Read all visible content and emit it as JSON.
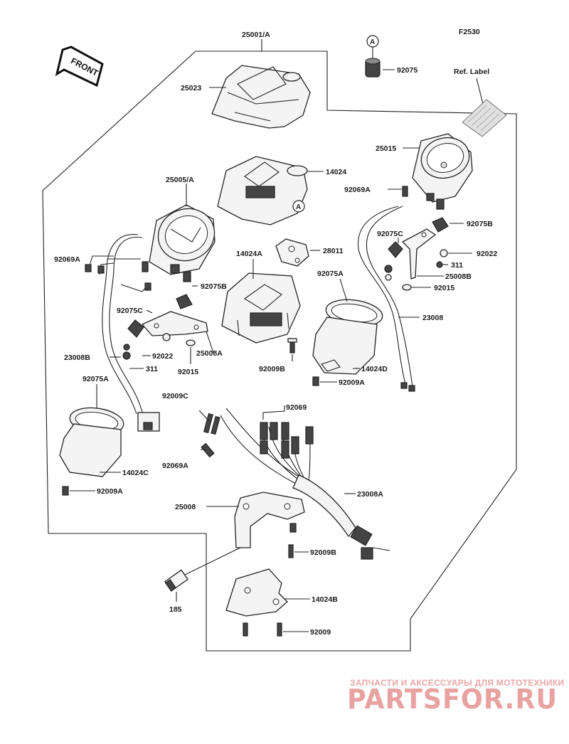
{
  "figure_code": "F2530",
  "front_label": "FRONT",
  "ref_label": "Ref. Label",
  "callout_letter": "A",
  "parts": [
    {
      "key": "p25001A",
      "text": "25001/A"
    },
    {
      "key": "p25023",
      "text": "25023"
    },
    {
      "key": "p92075",
      "text": "92075"
    },
    {
      "key": "p25015",
      "text": "25015"
    },
    {
      "key": "p14024",
      "text": "14024"
    },
    {
      "key": "p25005A",
      "text": "25005/A"
    },
    {
      "key": "p92069A_r",
      "text": "92069A"
    },
    {
      "key": "p92075B_r",
      "text": "92075B"
    },
    {
      "key": "p92075C_r",
      "text": "92075C"
    },
    {
      "key": "p92022_r",
      "text": "92022"
    },
    {
      "key": "p311_r",
      "text": "311"
    },
    {
      "key": "p25008B",
      "text": "25008B"
    },
    {
      "key": "p92015_r",
      "text": "92015"
    },
    {
      "key": "p28011",
      "text": "28011"
    },
    {
      "key": "p14024A",
      "text": "14024A"
    },
    {
      "key": "p92069A_l",
      "text": "92069A"
    },
    {
      "key": "p92075A_r",
      "text": "92075A"
    },
    {
      "key": "p23008",
      "text": "23008"
    },
    {
      "key": "p92075B_l",
      "text": "92075B"
    },
    {
      "key": "p92075C_l",
      "text": "92075C"
    },
    {
      "key": "p23008B",
      "text": "23008B"
    },
    {
      "key": "p92022_l",
      "text": "92022"
    },
    {
      "key": "p25008A",
      "text": "25008A"
    },
    {
      "key": "p311_l",
      "text": "311"
    },
    {
      "key": "p92015_l",
      "text": "92015"
    },
    {
      "key": "p92009B_a",
      "text": "92009B"
    },
    {
      "key": "p14024D",
      "text": "14024D"
    },
    {
      "key": "p92009A_r",
      "text": "92009A"
    },
    {
      "key": "p92075A_l",
      "text": "92075A"
    },
    {
      "key": "p92009C",
      "text": "92009C"
    },
    {
      "key": "p92069",
      "text": "92069"
    },
    {
      "key": "p92069A_b",
      "text": "92069A"
    },
    {
      "key": "p14024C",
      "text": "14024C"
    },
    {
      "key": "p92009A_l",
      "text": "92009A"
    },
    {
      "key": "p23008A",
      "text": "23008A"
    },
    {
      "key": "p25008",
      "text": "25008"
    },
    {
      "key": "p92009B_b",
      "text": "92009B"
    },
    {
      "key": "p185",
      "text": "185"
    },
    {
      "key": "p14024B",
      "text": "14024B"
    },
    {
      "key": "p92009",
      "text": "92009"
    }
  ],
  "watermark": {
    "line1": "ЗАПЧАСТИ И АКСЕССУАРЫ ДЛЯ МОТОТЕХНИКИ",
    "line2": "PARTSFOR.RU",
    "color": "#e9a2a2"
  }
}
